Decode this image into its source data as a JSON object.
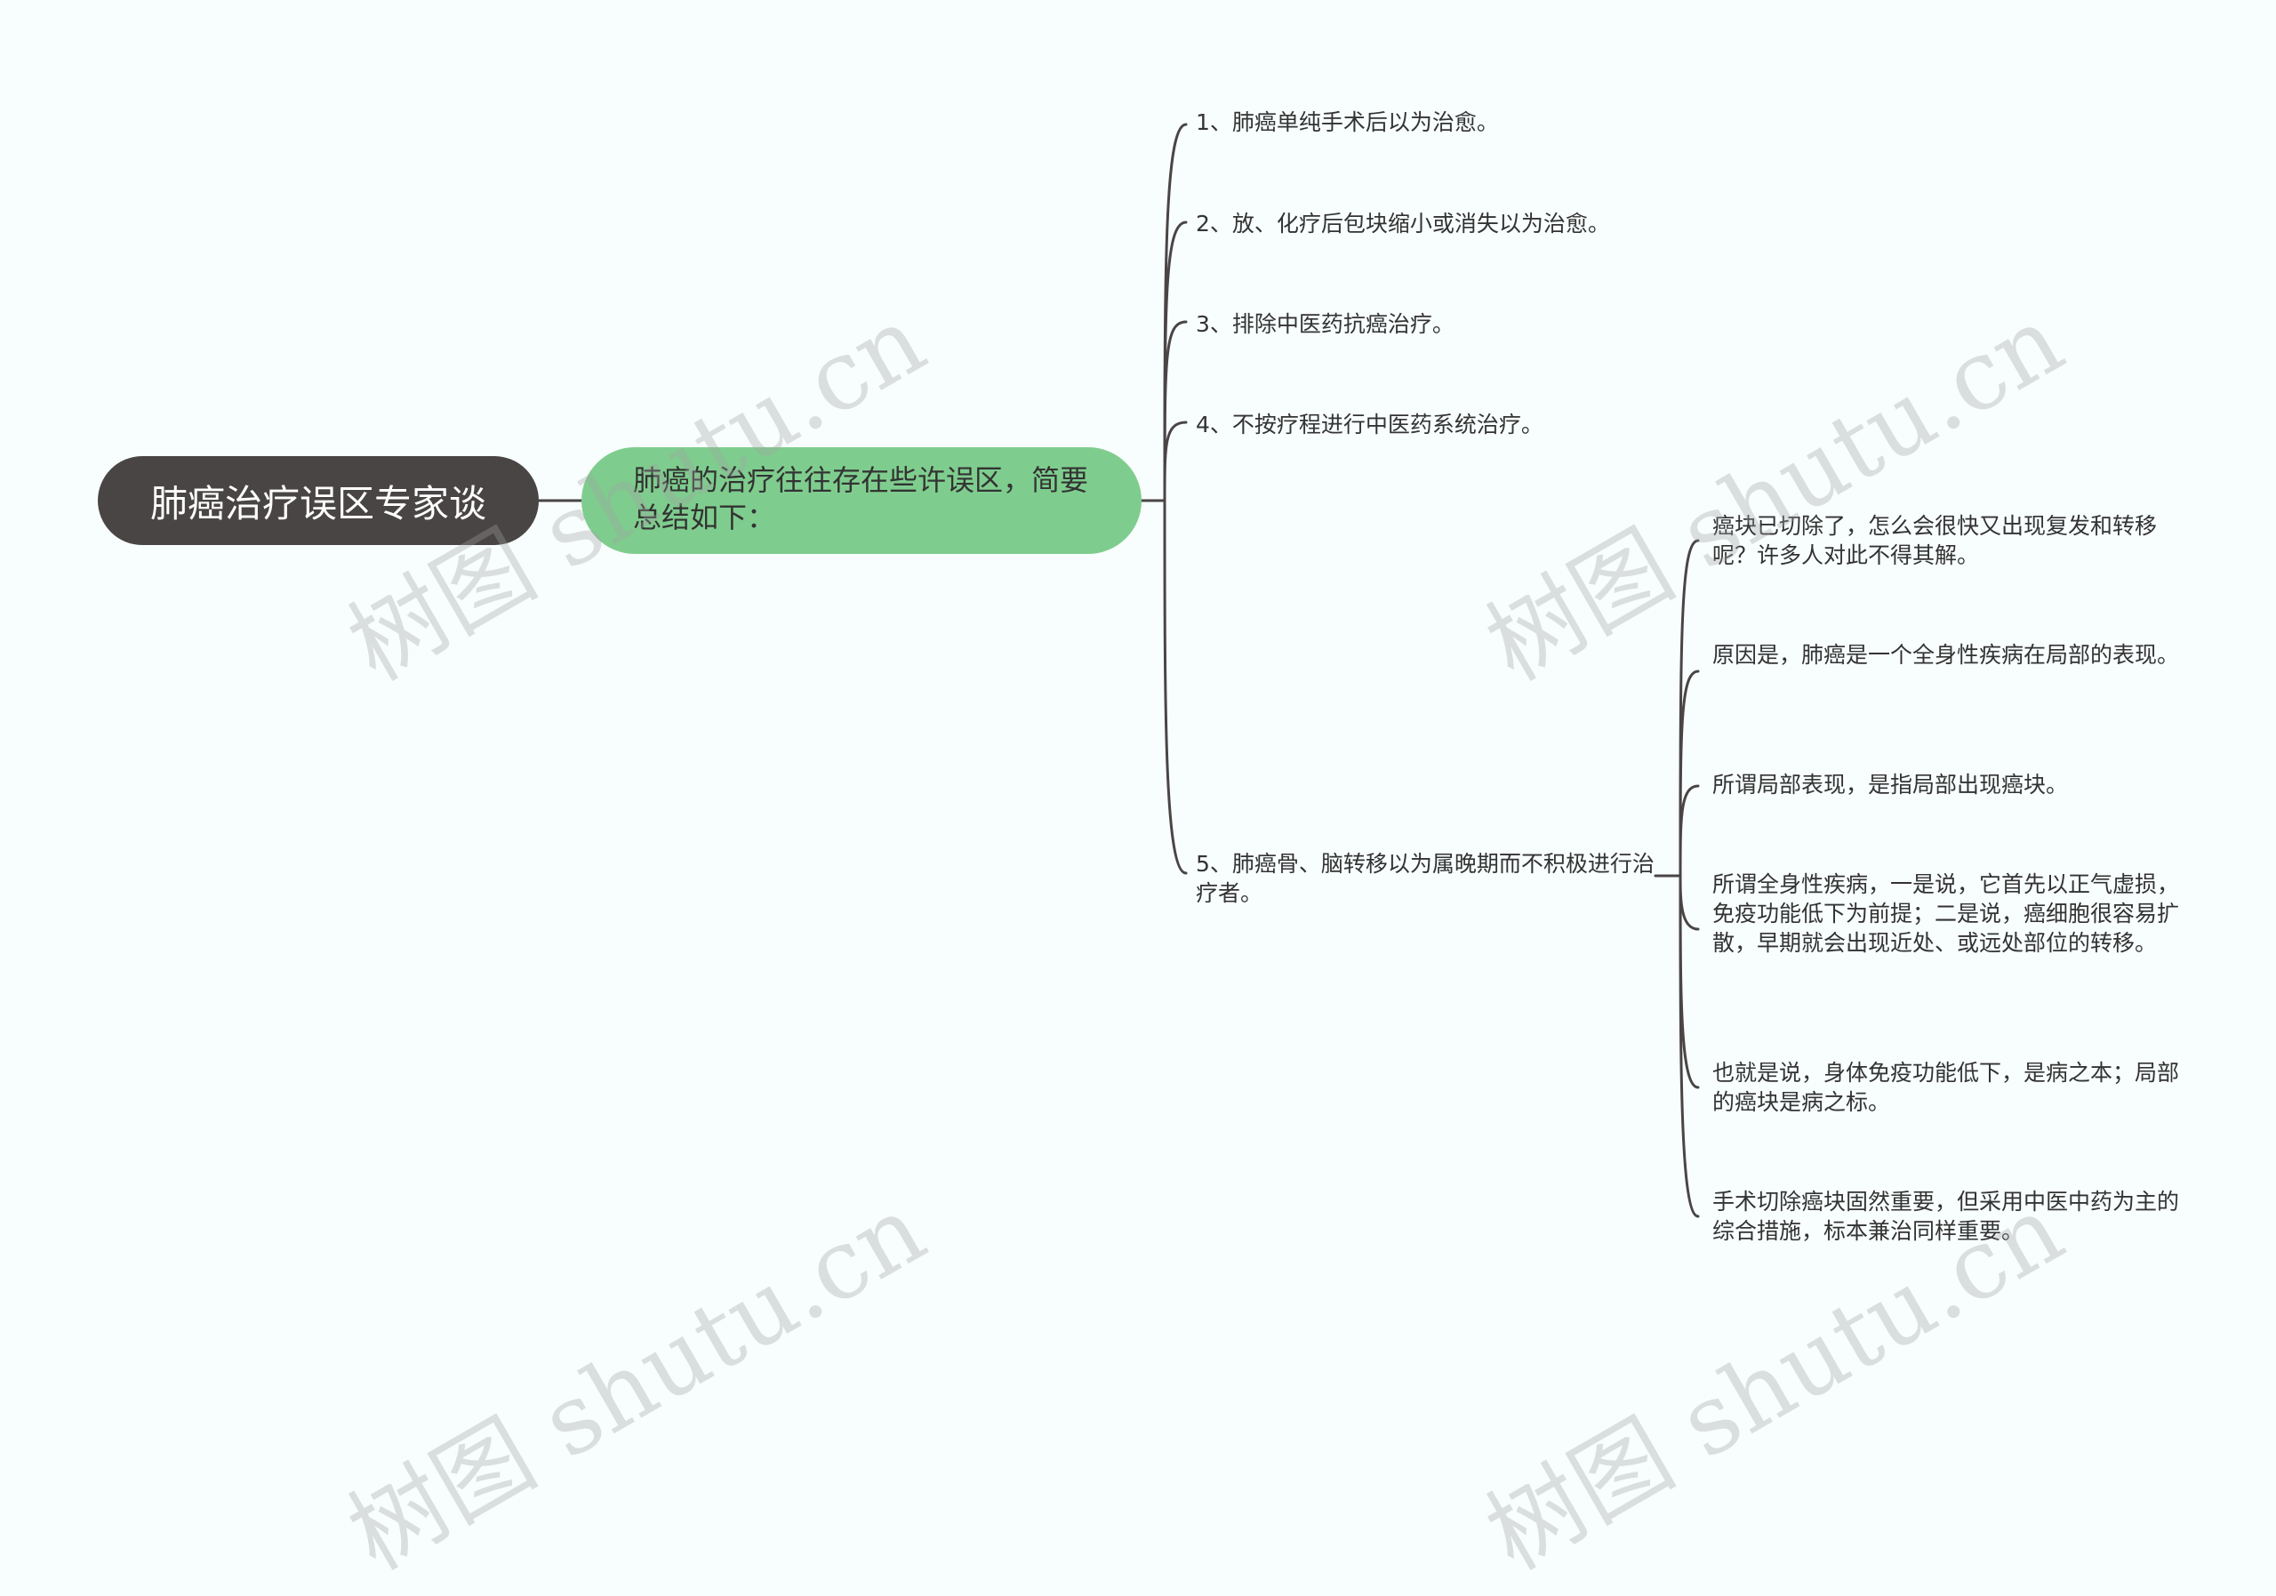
{
  "root": {
    "label": "肺癌治疗误区专家谈"
  },
  "main": {
    "label": "肺癌的治疗往往存在些许误区，简要总结如下："
  },
  "branches": [
    {
      "label": "1、肺癌单纯手术后以为治愈。"
    },
    {
      "label": "2、放、化疗后包块缩小或消失以为治愈。"
    },
    {
      "label": "3、排除中医药抗癌治疗。"
    },
    {
      "label": "4、不按疗程进行中医药系统治疗。"
    },
    {
      "label": "5、肺癌骨、脑转移以为属晚期而不积极进行治疗者。"
    }
  ],
  "sub_branches": [
    {
      "label": "癌块已切除了，怎么会很快又出现复发和转移呢？许多人对此不得其解。"
    },
    {
      "label": "原因是，肺癌是一个全身性疾病在局部的表现。"
    },
    {
      "label": "所谓局部表现，是指局部出现癌块。"
    },
    {
      "label": "所谓全身性疾病，一是说，它首先以正气虚损，免疫功能低下为前提；二是说，癌细胞很容易扩散，早期就会出现近处、或远处部位的转移。"
    },
    {
      "label": "也就是说，身体免疫功能低下，是病之本；局部的癌块是病之标。"
    },
    {
      "label": "手术切除癌块固然重要，但采用中医中药为主的综合措施，标本兼治同样重要。"
    }
  ],
  "watermark": {
    "text": "树图 shutu.cn"
  },
  "colors": {
    "background": "#f8fdfd",
    "root_fill": "#4a4545",
    "main_fill": "#7fcd8e",
    "connector": "#4a4545",
    "text": "#333333"
  }
}
